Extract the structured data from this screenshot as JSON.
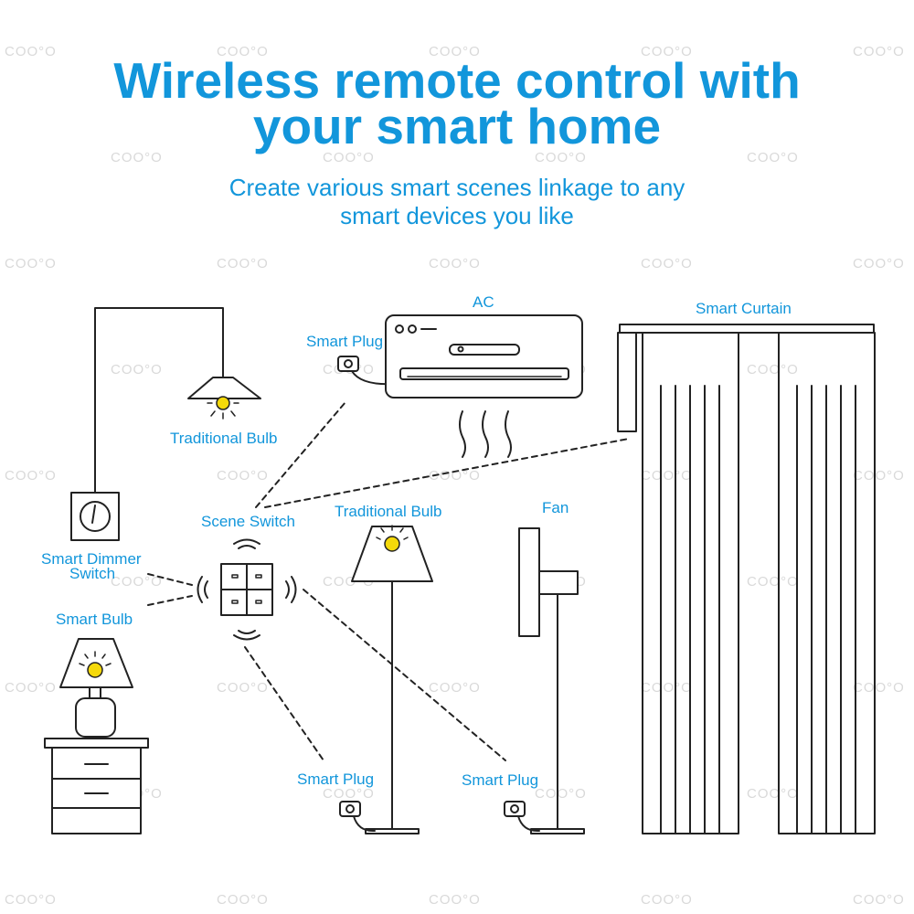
{
  "title": {
    "line1": "Wireless remote control with",
    "line2": "your smart home"
  },
  "subtitle": {
    "line1": "Create various smart scenes linkage to any",
    "line2": "smart devices you like"
  },
  "watermark": "COO°O",
  "labels": {
    "ac": "AC",
    "smart_curtain": "Smart Curtain",
    "smart_plug_top": "Smart Plug",
    "traditional_bulb_ceiling": "Traditional Bulb",
    "scene_switch": "Scene Switch",
    "traditional_bulb_floor": "Traditional Bulb",
    "fan": "Fan",
    "smart_dimmer_line1": "Smart Dimmer",
    "smart_dimmer_line2": "Switch",
    "smart_bulb": "Smart Bulb",
    "smart_plug_bottom_left": "Smart Plug",
    "smart_plug_bottom_right": "Smart Plug"
  },
  "colors": {
    "accent": "#1296db",
    "line": "#222222",
    "bulb": "#f5d90a"
  }
}
